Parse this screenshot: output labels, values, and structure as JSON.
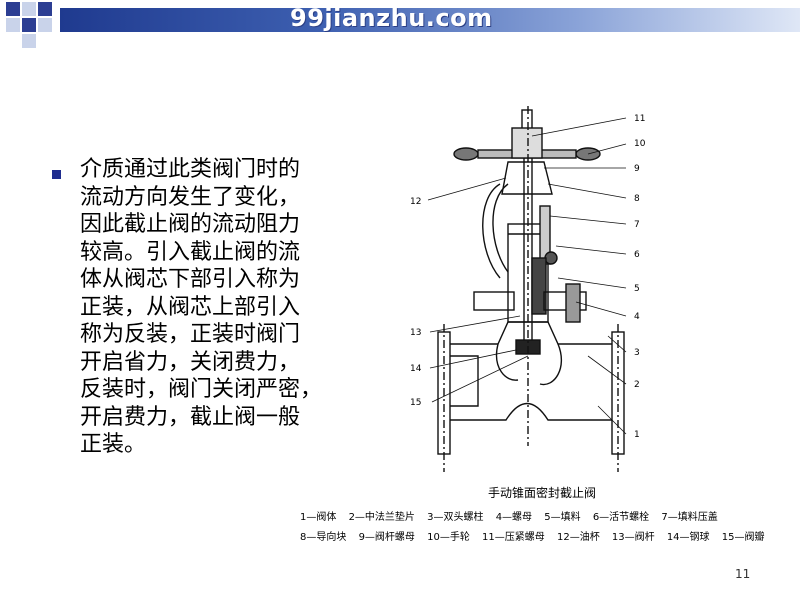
{
  "header": {
    "site_name": "99jianzhu.com"
  },
  "slide": {
    "body_lines": [
      "介质通过此类阀门时的",
      "流动方向发生了变化，",
      "因此截止阀的流动阻力",
      "较高。引入截止阀的流",
      "体从阀芯下部引入称为",
      "正装，从阀芯上部引入",
      "称为反装，正装时阀门",
      "开启省力，关闭费力，",
      "反装时，阀门关闭严密，",
      "开启费力，截止阀一般",
      "正装。"
    ],
    "page_number": "11"
  },
  "figure": {
    "title": "手动锥面密封截止阀",
    "callouts": {
      "n1": "1",
      "n2": "2",
      "n3": "3",
      "n4": "4",
      "n5": "5",
      "n6": "6",
      "n7": "7",
      "n8": "8",
      "n9": "9",
      "n10": "10",
      "n11": "11",
      "n12": "12",
      "n13": "13",
      "n14": "14",
      "n15": "15"
    },
    "legend_row1": [
      "1—阀体",
      "2—中法兰垫片",
      "3—双头螺柱",
      "4—螺母",
      "5—填料",
      "6—活节螺栓",
      "7—填料压盖"
    ],
    "legend_row2": [
      "8—导向块",
      "9—阀杆螺母",
      "10—手轮",
      "11—压紧螺母",
      "12—油杯",
      "13—阀杆",
      "14—钢球",
      "15—阀瓣"
    ]
  },
  "colors": {
    "banner_dark": "#1f3a8f",
    "bullet": "#1f2d8f"
  }
}
